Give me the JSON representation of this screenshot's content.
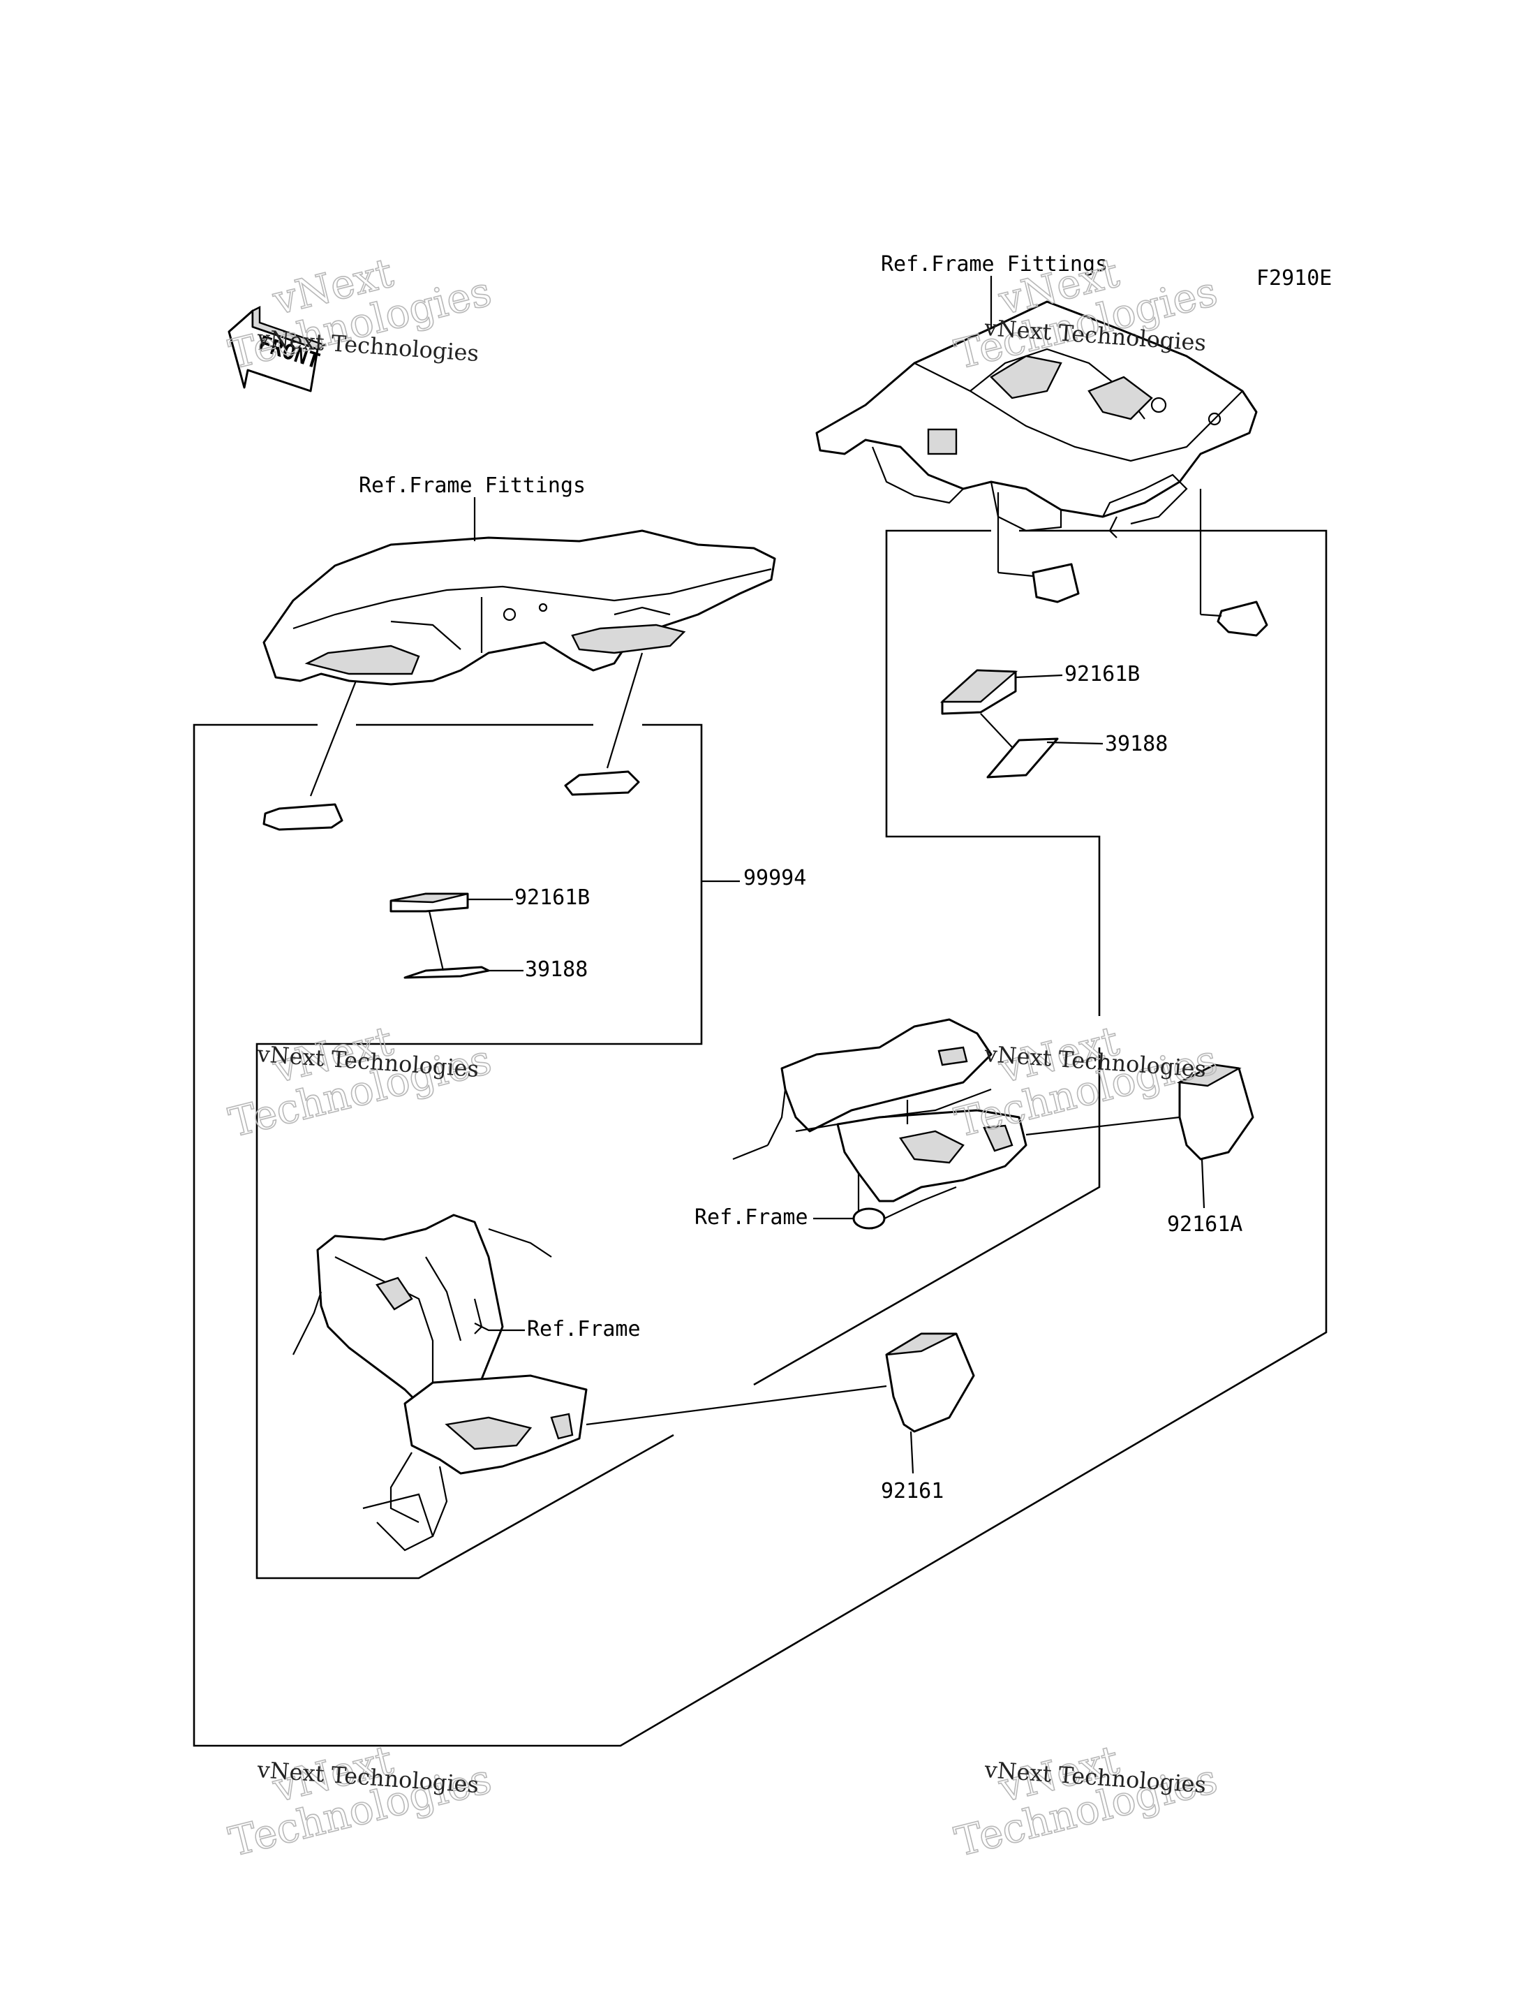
{
  "figure_code": "F2910E",
  "front_label": "FRONT",
  "labels": {
    "ref_frame_fittings": "Ref.Frame Fittings",
    "ref_frame": "Ref.Frame",
    "p99994": "99994",
    "p92161B": "92161B",
    "p39188": "39188",
    "p92161A": "92161A",
    "p92161": "92161"
  },
  "watermark": {
    "line1": "vNext",
    "line2": "Technologies",
    "full": "vNext Technologies"
  }
}
